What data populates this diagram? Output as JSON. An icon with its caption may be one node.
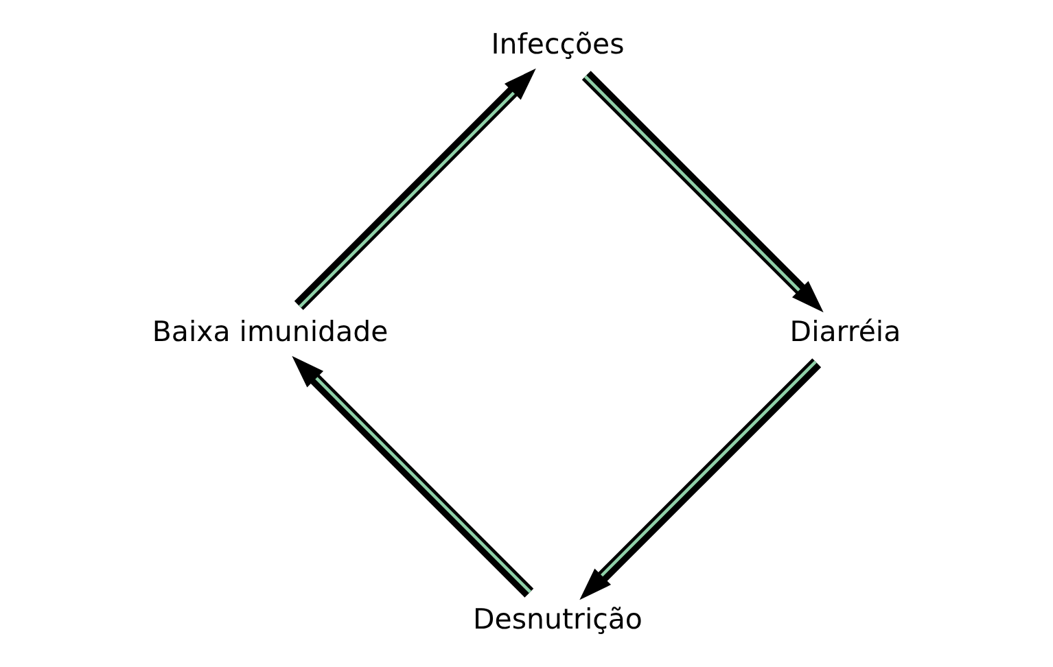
{
  "diagram": {
    "nodes": [
      {
        "text": [
          "Desnutrição"
        ]
      },
      {
        "text": [
          "Baixa imunidade"
        ]
      },
      {
        "text": [
          "Infecções"
        ]
      },
      {
        "text": [
          "Diarréia"
        ]
      }
    ],
    "edges": [
      {
        "from": 0,
        "to": 1,
        "arrow": "to"
      },
      {
        "from": 1,
        "to": 2,
        "arrow": "to"
      },
      {
        "from": 2,
        "to": 3,
        "arrow": "to"
      },
      {
        "from": 3,
        "to": 0,
        "arrow": "to"
      }
    ]
  }
}
